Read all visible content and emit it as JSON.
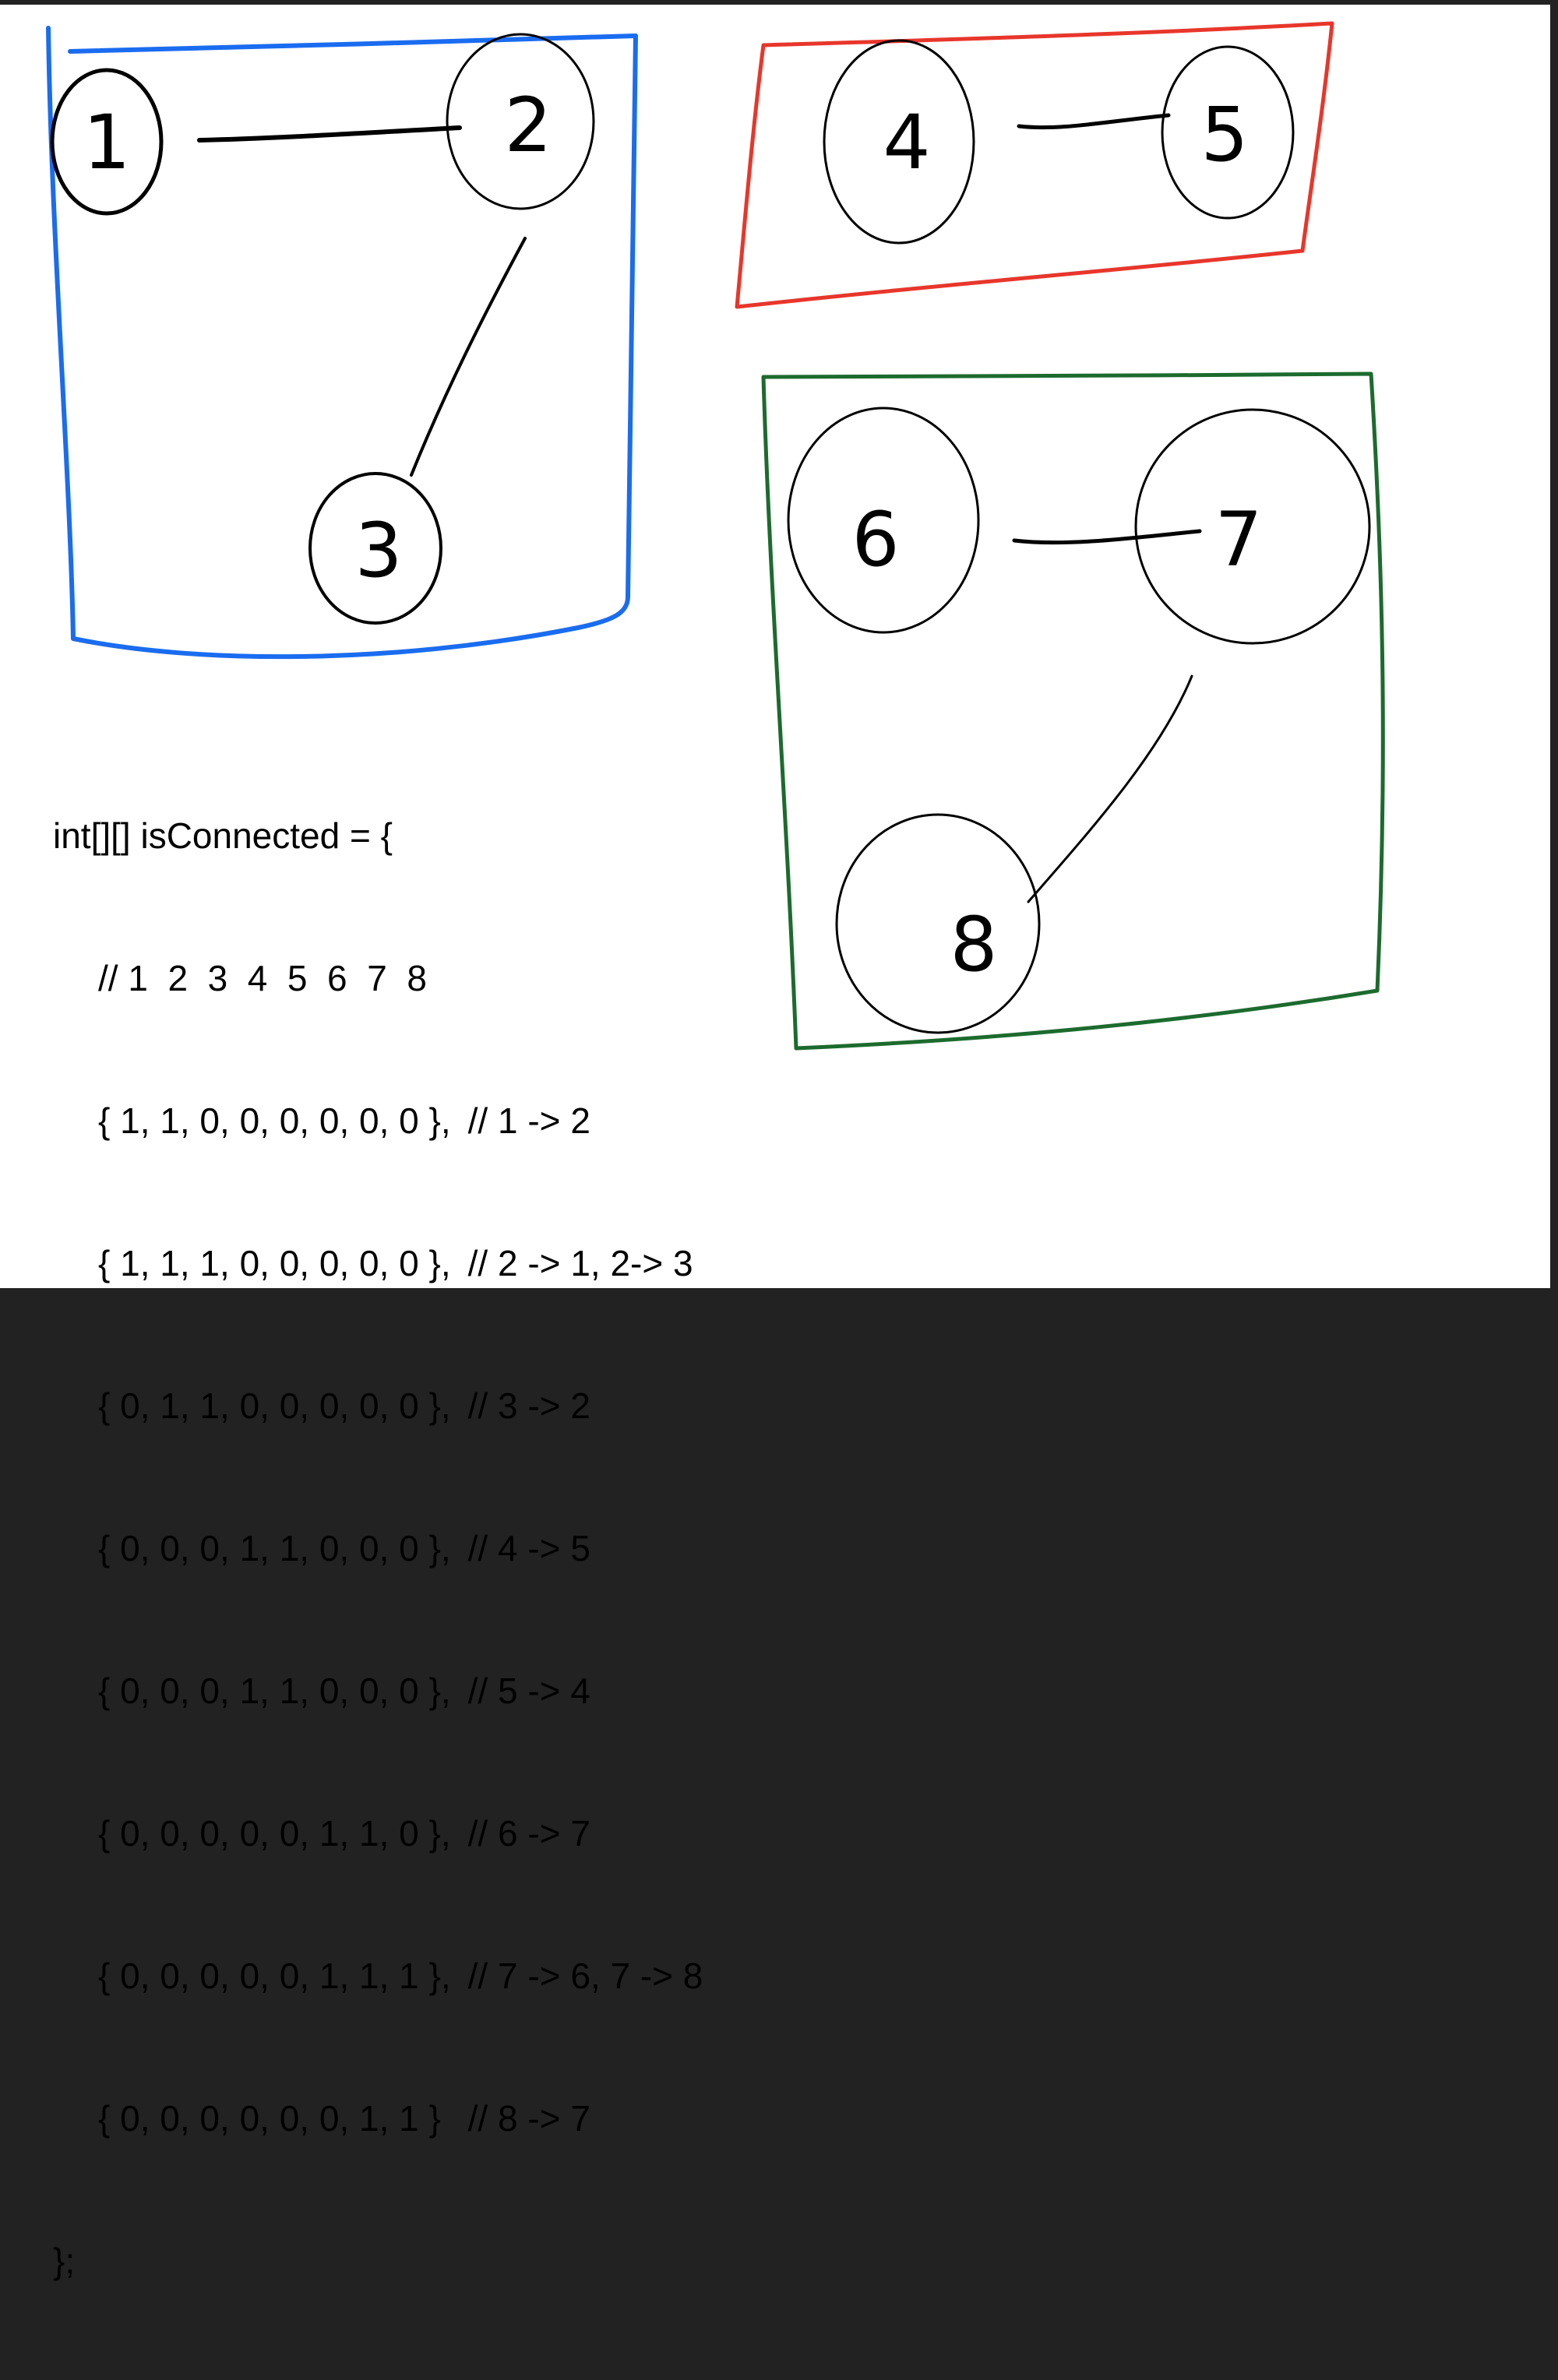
{
  "colors": {
    "group1": "#1a6cf0",
    "group2": "#e8362b",
    "group3": "#1c6b2e",
    "ink": "#000000",
    "background": "#ffffff"
  },
  "nodes": [
    "1",
    "2",
    "3",
    "4",
    "5",
    "6",
    "7",
    "8"
  ],
  "edges": [
    [
      "1",
      "2"
    ],
    [
      "2",
      "3"
    ],
    [
      "4",
      "5"
    ],
    [
      "6",
      "7"
    ],
    [
      "7",
      "8"
    ]
  ],
  "code": {
    "declaration": "int[][] isConnected = {",
    "header_comment": "// 1  2  3  4  5  6  7  8",
    "rows": [
      {
        "values": "{ 1, 1, 0, 0, 0, 0, 0, 0 },",
        "comment": "// 1 -> 2"
      },
      {
        "values": "{ 1, 1, 1, 0, 0, 0, 0, 0 },",
        "comment": "// 2 -> 1, 2-> 3"
      },
      {
        "values": "{ 0, 1, 1, 0, 0, 0, 0, 0 },",
        "comment": "// 3 -> 2"
      },
      {
        "values": "{ 0, 0, 0, 1, 1, 0, 0, 0 },",
        "comment": "// 4 -> 5"
      },
      {
        "values": "{ 0, 0, 0, 1, 1, 0, 0, 0 },",
        "comment": "// 5 -> 4"
      },
      {
        "values": "{ 0, 0, 0, 0, 0, 1, 1, 0 },",
        "comment": "// 6 -> 7"
      },
      {
        "values": "{ 0, 0, 0, 0, 0, 1, 1, 1 },",
        "comment": "// 7 -> 6, 7 -> 8"
      },
      {
        "values": "{ 0, 0, 0, 0, 0, 0, 1, 1 }",
        "comment": " // 8 -> 7"
      }
    ],
    "closing": "};"
  }
}
